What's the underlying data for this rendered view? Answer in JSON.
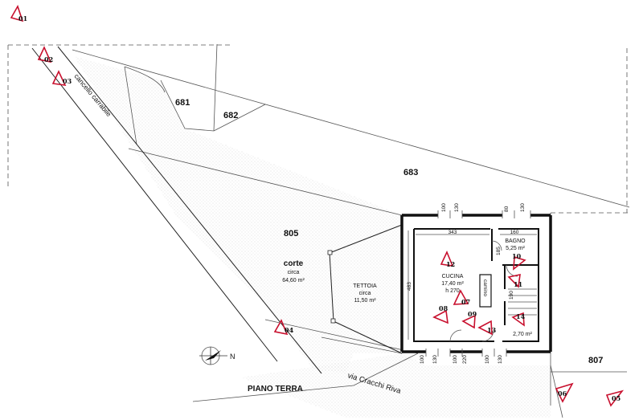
{
  "parcels": {
    "p681": "681",
    "p682": "682",
    "p683": "683",
    "p805": "805",
    "p807": "807"
  },
  "labels": {
    "gate": "cancello carrabile",
    "courtyard_title": "corte",
    "courtyard_circa": "circa",
    "courtyard_area": "64,60 m²",
    "canopy_title": "TETTOIA",
    "canopy_circa": "circa",
    "canopy_area": "11,50 m²",
    "kitchen_title": "CUCINA",
    "kitchen_area": "17,40 m²",
    "kitchen_height": "h 270",
    "bath_title": "BAGNO",
    "bath_area": "5,25 m²",
    "small_room_area": "2,70 m²",
    "fireplace": "camino",
    "floor_name": "PIANO TERRA",
    "street": "via Cracchi Riva",
    "north": "N"
  },
  "dimensions": {
    "top_100a": "100",
    "top_130a": "130",
    "top_80": "80",
    "top_130b": "130",
    "kitchen_width": "343",
    "bath_width": "160",
    "kitchen_depth": "483",
    "bath_185": "185",
    "stair_190": "190",
    "bot_100a": "100",
    "bot_130a": "130",
    "bot_100b": "100",
    "bot_220": "220",
    "bot_100c": "100",
    "bot_130b": "130"
  },
  "photo_markers": [
    "01",
    "02",
    "03",
    "04",
    "05",
    "06",
    "07",
    "08",
    "09",
    "10",
    "11",
    "12",
    "13",
    "14"
  ],
  "colors": {
    "marker": "#c8102e",
    "line": "#222222"
  }
}
